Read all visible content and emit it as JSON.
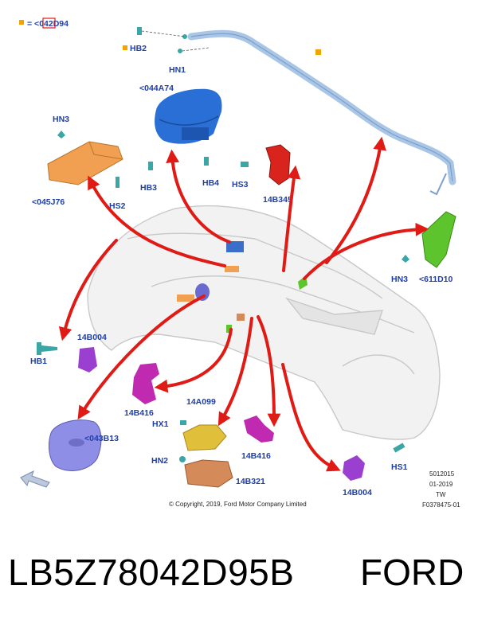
{
  "legend": {
    "marker_color": "#f0a500",
    "prefix": "= <",
    "code_boxed": "042",
    "code_rest": "D94"
  },
  "labels": {
    "hb2": "HB2",
    "hn1": "HN1",
    "a044": "<044A74",
    "hn3_top": "HN3",
    "a045": "<045J76",
    "hs2": "HS2",
    "hb3": "HB3",
    "hb4": "HB4",
    "hs3": "HS3",
    "b345": "14B345",
    "hn3_right": "HN3",
    "d611": "<611D10",
    "b004_left": "14B004",
    "hb1": "HB1",
    "b416_left": "14B416",
    "a099": "14A099",
    "hx1": "HX1",
    "b13": "<043B13",
    "hn2": "HN2",
    "b321": "14B321",
    "b416_mid": "14B416",
    "b004_right": "14B004",
    "hs1": "HS1"
  },
  "notes": {
    "line1": "5012015",
    "line2": "01-2019",
    "line3": "TW",
    "line4": "F0378475-01"
  },
  "copyright": "© Copyright, 2019, Ford Motor Company Limited",
  "footer": {
    "part_number": "LB5Z78042D95B",
    "brand": "FORD"
  },
  "colors": {
    "label_blue": "#1f3fa8",
    "arrow_red": "#e01a14",
    "curtain_blue": "#a9c6e6",
    "driver_bag_blue": "#2a6fd6",
    "passenger_orange": "#f0a050",
    "knee_red": "#d8241c",
    "seat_green": "#5ec42e",
    "sensor_purple": "#9b3fd0",
    "module_orange": "#e0bf3a",
    "rcm_orange": "#d58a5a",
    "wheel_lavender": "#8f8ee6"
  }
}
